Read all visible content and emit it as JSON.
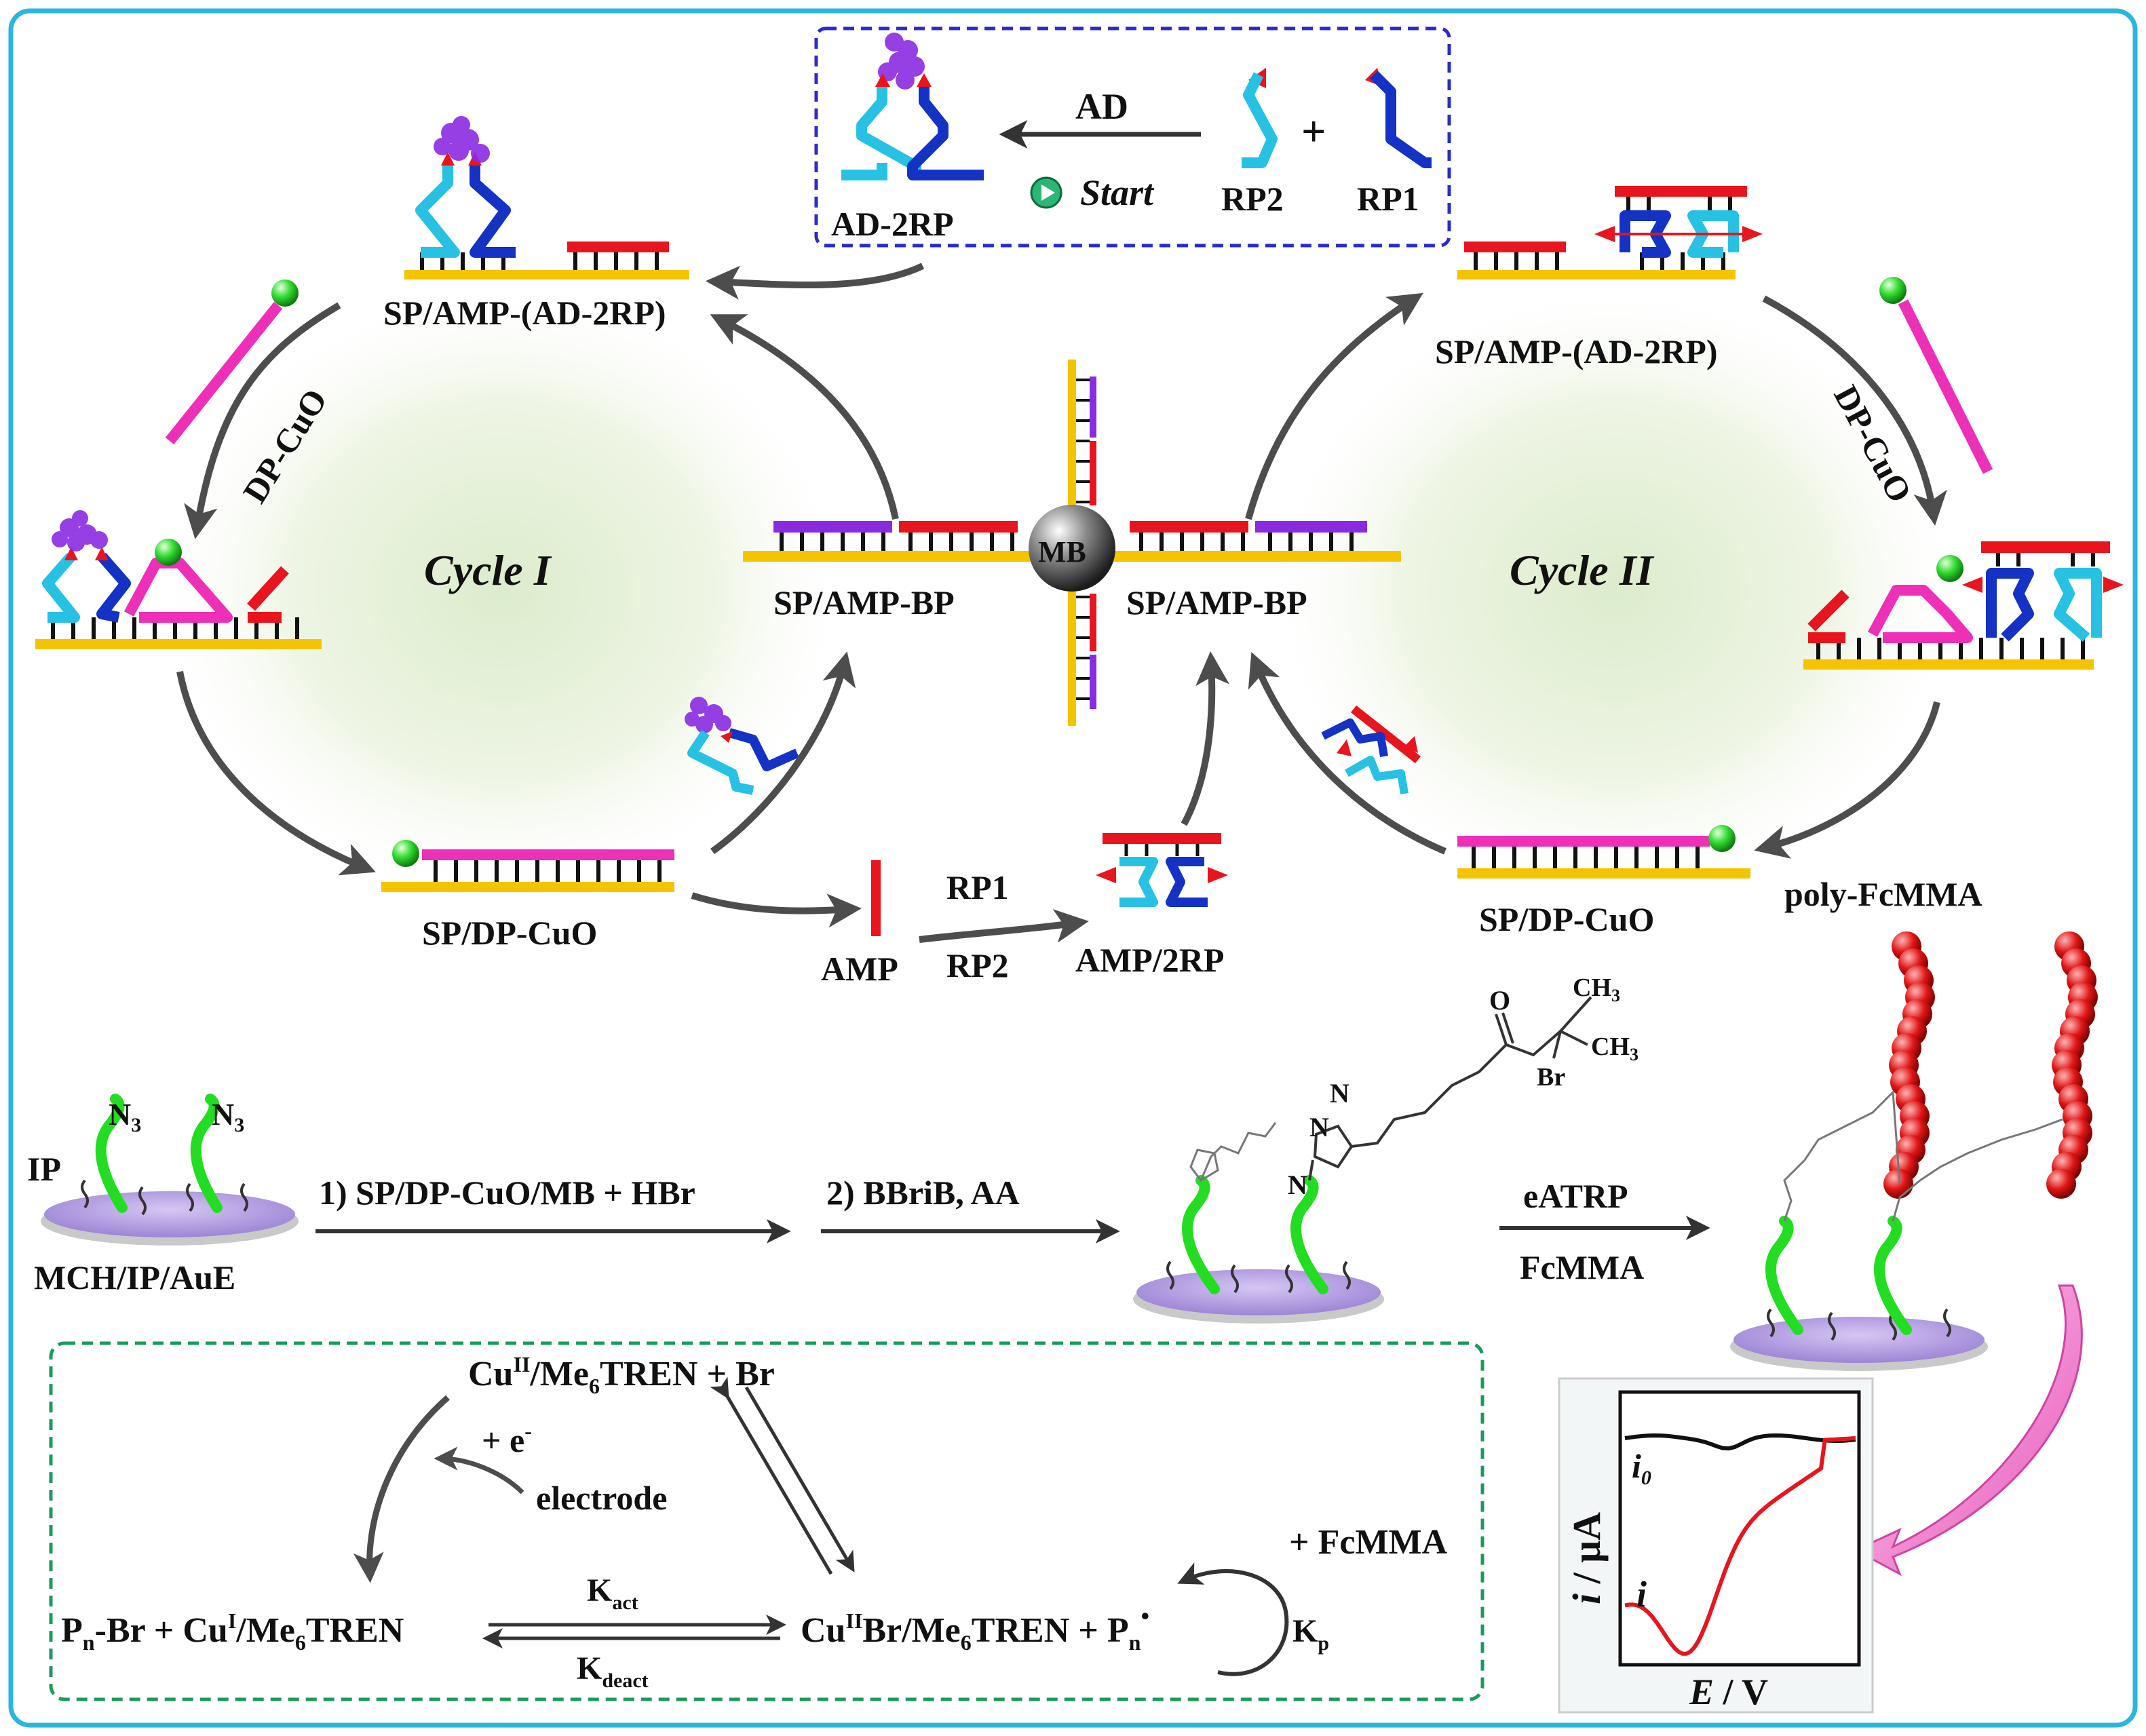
{
  "colors": {
    "frame": "#29b6e0",
    "strand_yellow": "#f5c400",
    "red": "#e8141e",
    "purple": "#8a2be2",
    "magenta": "#ee2fb8",
    "cyan": "#27c2e3",
    "navy": "#1432c4",
    "green": "#22dd22",
    "arrow": "#4d4d4d",
    "blue_dash": "#2a2ad0",
    "green_dash": "#1c9a5a",
    "pink_arrow": "#f27ad0",
    "surface": "#b39ddf",
    "poly": "#e11a1a"
  },
  "icons": {
    "start": "play-circle-icon",
    "bead": "magnetic-bead-icon",
    "electrode": "gold-electrode-disc-icon",
    "pointer": "curved-arrow-icon"
  },
  "top": {
    "ad": "AD",
    "start": "Start",
    "ad_2rp": "AD-2RP",
    "rp2": "RP2",
    "plus": "+",
    "rp1": "RP1"
  },
  "left_cycle": {
    "name": "Cycle  I",
    "top_label": "SP/AMP-(AD-2RP)",
    "dpcuo": "DP-CuO",
    "bottom_label": "SP/DP-CuO",
    "right_label": "SP/AMP-BP"
  },
  "right_cycle": {
    "name": "Cycle  II",
    "top_label": "SP/AMP-(AD-2RP)",
    "dpcuo": "DP-CuO",
    "bottom_label": "SP/DP-CuO",
    "left_label": "SP/AMP-BP"
  },
  "center": {
    "mb": "MB",
    "amp": "AMP",
    "rp1": "RP1",
    "rp2": "RP2",
    "amp_2rp": "AMP/2RP"
  },
  "poly_label": "poly-FcMMA",
  "electrode": {
    "ip": "IP",
    "n3": "N",
    "n3_sub": "3",
    "label": "MCH/IP/AuE",
    "step1": "1) SP/DP-CuO/MB + HBr",
    "step2": "2) BBriB, AA",
    "eatrp": "eATRP",
    "fcmma": "FcMMA"
  },
  "chem": {
    "o": "O",
    "ch3_a": "CH",
    "ch3_b": "CH",
    "sub3": "3",
    "br": "Br",
    "n_a": "N",
    "n_b": "N",
    "n_c": "N"
  },
  "mechanism": {
    "cu2_a": "Cu",
    "cu2_sup": "II",
    "me6_a": "/Me",
    "sub6": "6",
    "tren_a": "TREN +  Br",
    "plus_e": "+ e",
    "e_sup": "-",
    "electrode": "electrode",
    "pn_a": "P",
    "n_sub": "n",
    "pn_b": "-Br + Cu",
    "i_sup": "I",
    "me6_b": "/Me",
    "tren_b": "TREN",
    "kact_k": "K",
    "kact_sub": "act",
    "kdeact_k": "K",
    "kdeact_sub": "deact",
    "cu2br": "Cu",
    "br_me6": "Br/Me",
    "tren_c": "TREN + P",
    "dot": "•",
    "plus_fcmma": "+ FcMMA",
    "kp_k": "K",
    "kp_sub": "p"
  },
  "chart": {
    "ylabel_i": "i",
    "ylabel_unit": " / μA",
    "xlabel_e": "E",
    "xlabel_unit": " / V",
    "i0": "i",
    "i0_sub": "0",
    "i": "i"
  }
}
